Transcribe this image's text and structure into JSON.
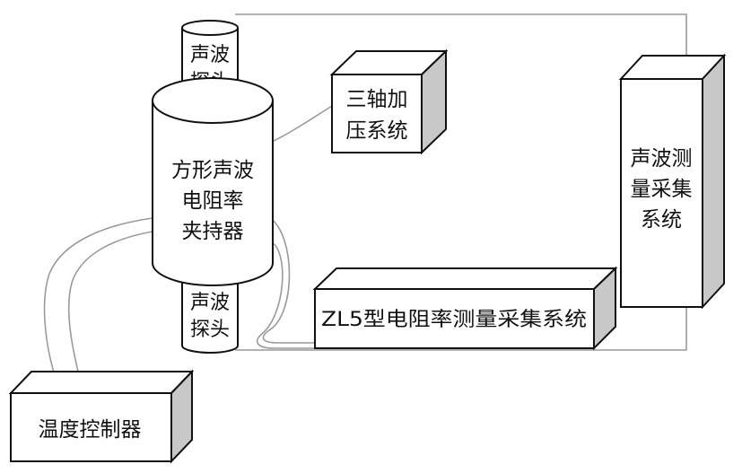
{
  "colors": {
    "front_face": "#ffffff",
    "side_face": "#c8c8c8",
    "top_face": "#ffffff",
    "outline": "#111111",
    "connector": "#9a9a9a"
  },
  "components": {
    "top_probe": {
      "line1": "声波",
      "line2": "探头"
    },
    "bottom_probe": {
      "line1": "声波",
      "line2": "探头"
    },
    "holder": {
      "line1": "方形声波",
      "line2": "电阻率",
      "line3": "夹持器"
    },
    "triaxial": {
      "line1": "三轴加",
      "line2": "压系统"
    },
    "acoustic_system": {
      "line1": "声波测",
      "line2": "量采集",
      "line3": "系统"
    },
    "resistivity_system": {
      "label": "ZL5型电阻率测量采集系统"
    },
    "temperature_controller": {
      "label": "温度控制器"
    }
  }
}
